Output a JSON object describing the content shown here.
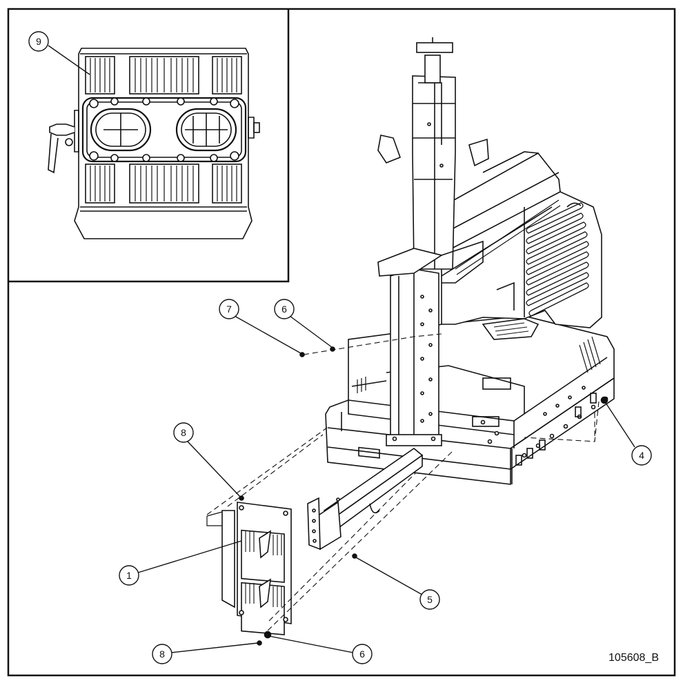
{
  "drawing": {
    "document_id": "105608_B",
    "colors": {
      "line": "#111111",
      "background": "#ffffff"
    }
  },
  "callouts": [
    {
      "label": "9"
    },
    {
      "label": "7"
    },
    {
      "label": "6"
    },
    {
      "label": "8"
    },
    {
      "label": "4"
    },
    {
      "label": "1"
    },
    {
      "label": "5"
    },
    {
      "label": "8"
    },
    {
      "label": "6"
    }
  ]
}
